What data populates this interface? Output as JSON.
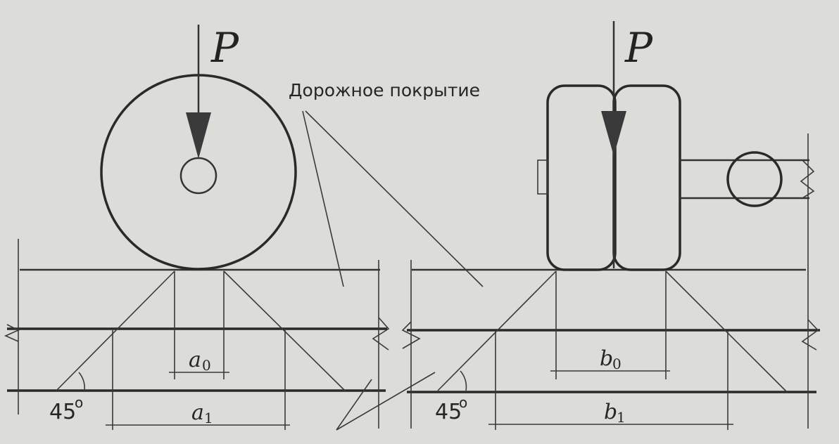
{
  "labels": {
    "load_left": "P",
    "load_right": "P",
    "road_surface": "Дорожное покрытие",
    "angle_left": "45",
    "angle_right": "45",
    "angle_unit": "o",
    "a0": "a",
    "a0_sub": "0",
    "a1": "a",
    "a1_sub": "1",
    "b0": "b",
    "b0_sub": "0",
    "b1": "b",
    "b1_sub": "1"
  },
  "colors": {
    "background": "#dcdcd8",
    "ink": "#2a2a2a"
  }
}
